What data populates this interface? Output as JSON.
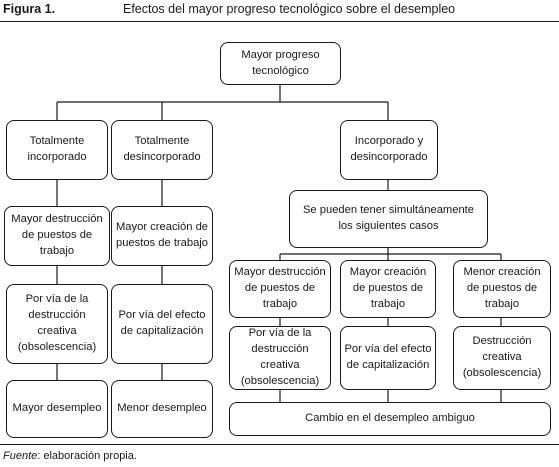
{
  "figure": {
    "label": "Figura 1.",
    "title": "Efectos del mayor progreso tecnológico sobre el desempleo"
  },
  "nodes": {
    "root": "Mayor progreso tecnológico",
    "totalmente_incorporado": "Totalmente incorporado",
    "totalmente_desincorporado": "Totalmente desincorporado",
    "incorporado_y_desincorporado": "Incorporado y desincorporado",
    "left_destruccion": "Mayor destrucción de puestos de trabajo",
    "left_via_destruccion": "Por vía de la destrucción creativa (obsolescencia)",
    "left_mayor_desempleo": "Mayor desempleo",
    "mid_creacion": "Mayor creación de puestos de trabajo",
    "mid_via_capitalizacion": "Por vía del efecto de capitalización",
    "mid_menor_desempleo": "Menor desempleo",
    "simultaneos": "Se pueden tener simultáneamente los siguientes casos",
    "r1_destruccion": "Mayor destrucción de puestos de trabajo",
    "r1_via_destruccion": "Por vía de la destrucción creativa (obsolescencia)",
    "r2_creacion": "Mayor creación de puestos de trabajo",
    "r2_via_capitalizacion": "Por vía del efecto de capitalización",
    "r3_menor_creacion": "Menor creación de puestos de trabajo",
    "r3_destruccion_creativa": "Destrucción creativa (obsolescencia)",
    "cambio_ambiguo": "Cambio en el desempleo ambiguo"
  },
  "source": {
    "label": "Fuente",
    "text": ": elaboración propia."
  }
}
